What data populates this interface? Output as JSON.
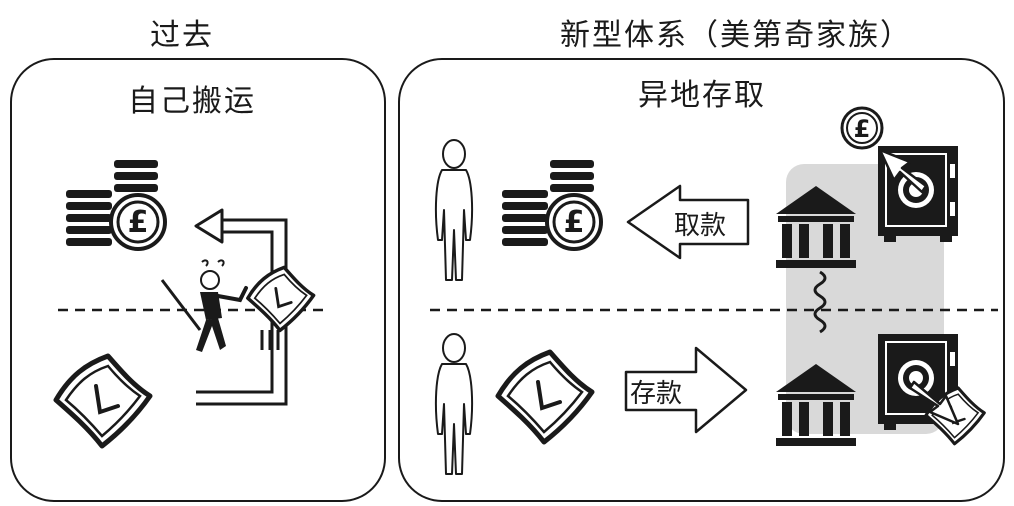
{
  "left_section": {
    "heading": "过去",
    "panel_title": "自己搬运"
  },
  "right_section": {
    "heading": "新型体系（美第奇家族）",
    "panel_title": "异地存取",
    "withdraw_label": "取款",
    "deposit_label": "存款"
  },
  "icons": {
    "currency_symbol": "£"
  }
}
